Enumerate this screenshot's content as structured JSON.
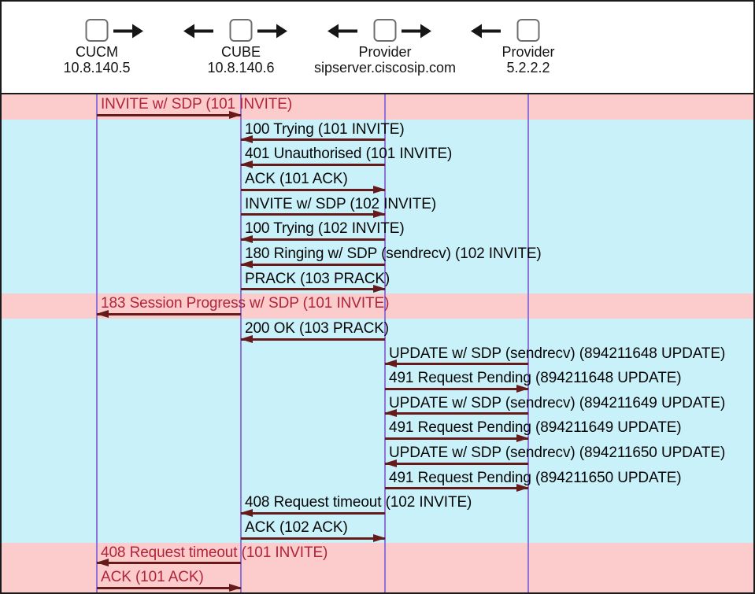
{
  "header": {
    "entities": [
      {
        "name": "CUCM",
        "address": "10.8.140.5",
        "flow_icons": "right"
      },
      {
        "name": "CUBE",
        "address": "10.8.140.6",
        "flow_icons": "left-right"
      },
      {
        "name": "Provider",
        "address": "sipserver.ciscosip.com",
        "flow_icons": "left-right"
      },
      {
        "name": "Provider",
        "address": "5.2.2.2",
        "flow_icons": "left"
      }
    ]
  },
  "messages": [
    {
      "label": "INVITE w/ SDP (101 INVITE)",
      "from": 0,
      "to": 1,
      "highlight": true
    },
    {
      "label": "100 Trying (101 INVITE)",
      "from": 2,
      "to": 1,
      "highlight": false
    },
    {
      "label": "401 Unauthorised (101 INVITE)",
      "from": 2,
      "to": 1,
      "highlight": false
    },
    {
      "label": "ACK (101 ACK)",
      "from": 1,
      "to": 2,
      "highlight": false
    },
    {
      "label": "INVITE w/ SDP (102 INVITE)",
      "from": 1,
      "to": 2,
      "highlight": false
    },
    {
      "label": "100 Trying (102 INVITE)",
      "from": 2,
      "to": 1,
      "highlight": false
    },
    {
      "label": "180 Ringing w/ SDP (sendrecv) (102 INVITE)",
      "from": 2,
      "to": 1,
      "highlight": false
    },
    {
      "label": "PRACK (103 PRACK)",
      "from": 1,
      "to": 2,
      "highlight": false
    },
    {
      "label": "183 Session Progress w/ SDP (101 INVITE)",
      "from": 1,
      "to": 0,
      "highlight": true
    },
    {
      "label": "200 OK (103 PRACK)",
      "from": 2,
      "to": 1,
      "highlight": false
    },
    {
      "label": "UPDATE w/ SDP (sendrecv) (894211648 UPDATE)",
      "from": 3,
      "to": 2,
      "highlight": false
    },
    {
      "label": "491 Request Pending (894211648 UPDATE)",
      "from": 2,
      "to": 3,
      "highlight": false
    },
    {
      "label": "UPDATE w/ SDP (sendrecv) (894211649 UPDATE)",
      "from": 3,
      "to": 2,
      "highlight": false
    },
    {
      "label": "491 Request Pending (894211649 UPDATE)",
      "from": 2,
      "to": 3,
      "highlight": false
    },
    {
      "label": "UPDATE w/ SDP (sendrecv) (894211650 UPDATE)",
      "from": 3,
      "to": 2,
      "highlight": false
    },
    {
      "label": "491 Request Pending (894211650 UPDATE)",
      "from": 2,
      "to": 3,
      "highlight": false
    },
    {
      "label": "408 Request timeout (102 INVITE)",
      "from": 2,
      "to": 1,
      "highlight": false
    },
    {
      "label": "ACK (102 ACK)",
      "from": 1,
      "to": 2,
      "highlight": false
    },
    {
      "label": "408 Request timeout (101 INVITE)",
      "from": 1,
      "to": 0,
      "highlight": true
    },
    {
      "label": "ACK (101 ACK)",
      "from": 0,
      "to": 1,
      "highlight": true
    }
  ],
  "icons": {
    "node_box": "rounded-square-outline",
    "flow_right_arrow": "→",
    "flow_left_arrow": "←"
  },
  "colors": {
    "highlight_row_bg": "#FCCBCB",
    "normal_row_bg": "#C9F1F9",
    "lifeline": "#8E74D8",
    "arrow": "#661A1A",
    "highlight_text": "#B0243A",
    "normal_text": "#060606",
    "header_bg": "#FFFFFF",
    "border": "#1A1A1A"
  }
}
